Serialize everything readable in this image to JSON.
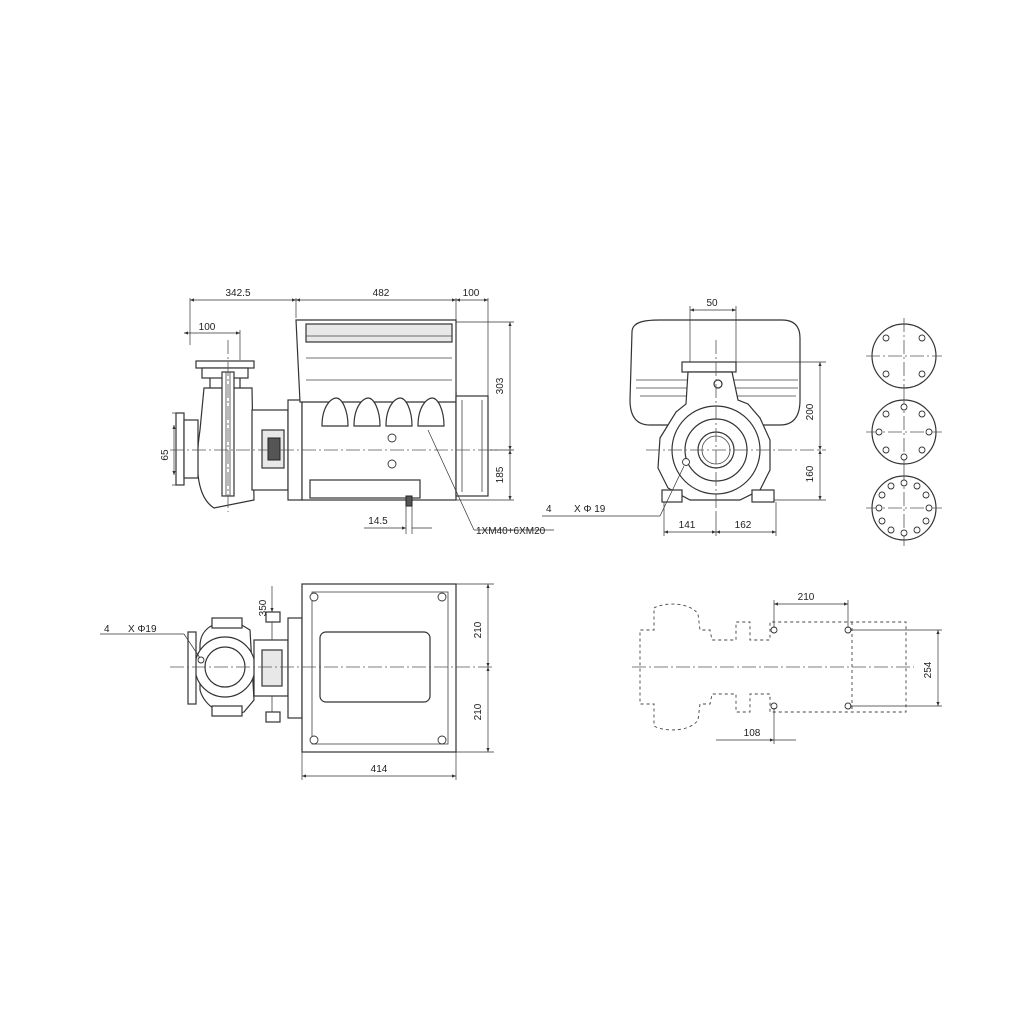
{
  "dimensions": {
    "side_total_left": "342.5",
    "side_motor_length": "482",
    "side_end_gap": "100",
    "side_outlet_offset": "100",
    "side_motor_height": "303",
    "side_shaft_height": "185",
    "side_inlet_size": "65",
    "side_foot_width": "14.5",
    "side_cable_entries": "1XM40+6XM20",
    "front_outlet_offset": "50",
    "front_motor_top": "200",
    "front_shaft_height": "160",
    "front_foot_left": "141",
    "front_foot_right": "162",
    "front_holes_count": "4",
    "front_holes_spec": "X Φ 19",
    "top_outlet_height": "350",
    "top_holes_count": "4",
    "top_holes_spec": "X Φ19",
    "top_half_width_upper": "210",
    "top_half_width_lower": "210",
    "top_motor_width": "414",
    "base_hole_spacing_x": "210",
    "base_hole_spacing_y": "254",
    "base_hole_offset": "108"
  }
}
